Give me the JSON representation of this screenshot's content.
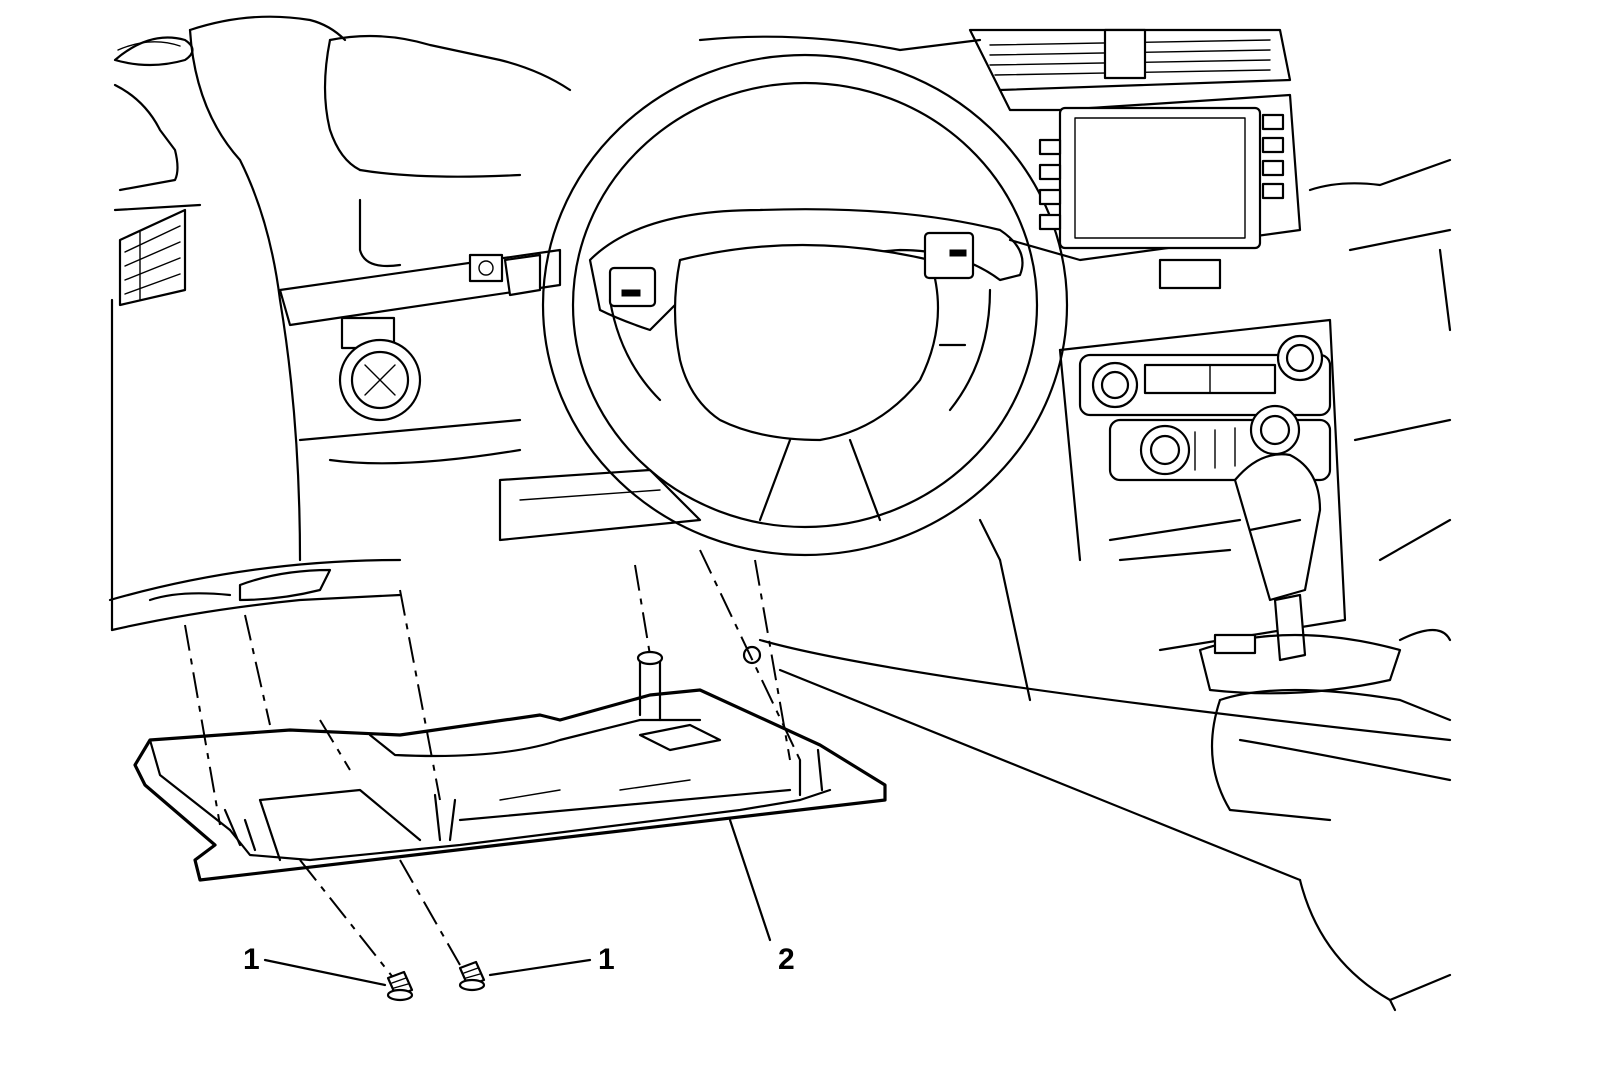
{
  "callouts": {
    "left_screw": "1",
    "right_screw": "1",
    "trim_panel": "2"
  }
}
